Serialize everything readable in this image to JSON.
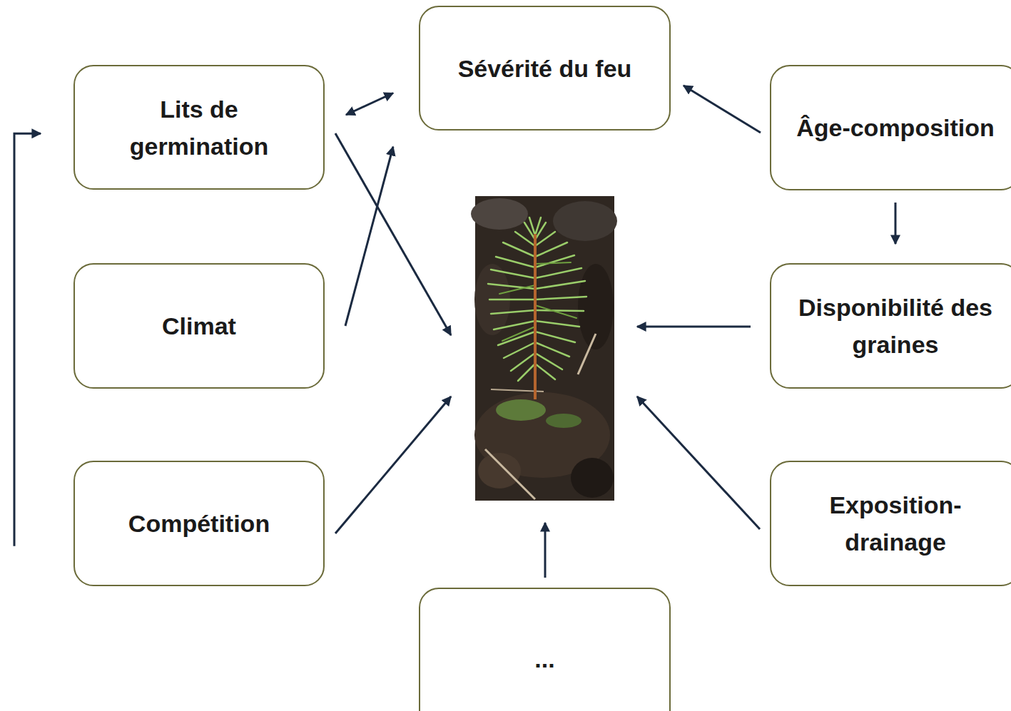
{
  "diagram": {
    "nodes": [
      {
        "text": [
          "Lits de germination"
        ]
      },
      {
        "text": [
          "Sévérité du feu"
        ]
      },
      {
        "text": [
          "Âge-composition"
        ]
      },
      {
        "text": [
          "Climat"
        ]
      },
      {
        "text": [
          "Disponibilité des graines"
        ]
      },
      {
        "text": [
          "Compétition"
        ]
      },
      {
        "text": [
          "Exposition-drainage"
        ]
      },
      {
        "text": [
          "..."
        ]
      }
    ],
    "edges": [
      {
        "from": 0,
        "to": 1,
        "arrow": "both"
      },
      {
        "from": 3,
        "to": 1,
        "arrow": "to"
      },
      {
        "from": 2,
        "to": 1,
        "arrow": "to"
      },
      {
        "from": 2,
        "to": 4,
        "arrow": "to"
      },
      {
        "from": 5,
        "to": 0,
        "arrow": "to"
      }
    ]
  }
}
